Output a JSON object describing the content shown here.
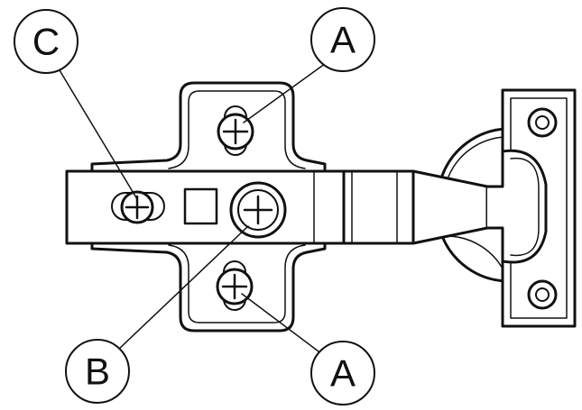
{
  "callouts": {
    "top_left": "C",
    "top_right": "A",
    "bottom_left": "B",
    "bottom_right": "A"
  }
}
